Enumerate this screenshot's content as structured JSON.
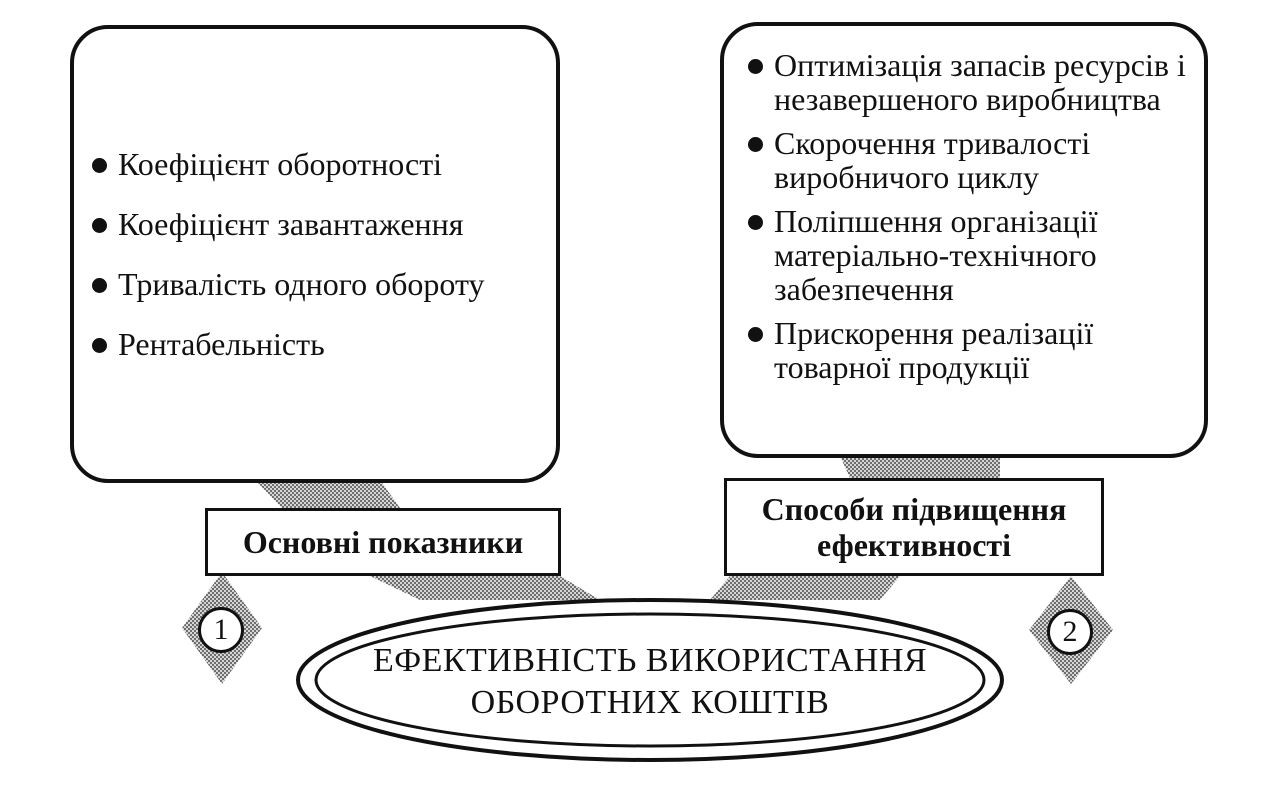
{
  "left_panel": {
    "items": [
      "Коефіцієнт оборотності",
      "Коефіцієнт завантаження",
      "Тривалість одного обороту",
      "Рентабельність"
    ],
    "label": "Основні показники",
    "number": "1"
  },
  "right_panel": {
    "items": [
      "Оптимізація запасів ресурсів і незавершеного виробництва",
      "Скорочення тривалості виробничого циклу",
      "Поліпшення організації матеріально-технічного забезпечення",
      "Прискорення реалізації товарної продукції"
    ],
    "label": "Способи підвищення ефективності",
    "number": "2"
  },
  "center": {
    "title_line1": "ЕФЕКТИВНІСТЬ ВИКОРИСТАННЯ",
    "title_line2": "ОБОРОТНИХ КОШТІВ"
  },
  "colors": {
    "ink": "#111111",
    "background": "#ffffff",
    "hatch": "#8a8a8a"
  }
}
